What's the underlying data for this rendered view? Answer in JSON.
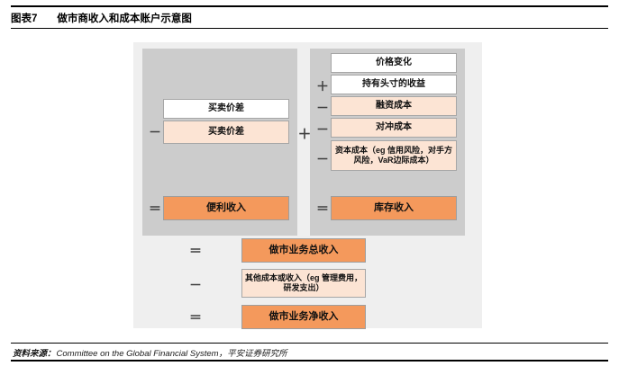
{
  "header": {
    "figure_number": "图表7",
    "title": "做市商收入和成本账户示意图"
  },
  "footer": {
    "source_label": "资料来源：",
    "source_text": "Committee on the Global Financial System，平安证券研究所"
  },
  "colors": {
    "orange": "#f4995c",
    "peach": "#fce4d4",
    "white": "#ffffff",
    "panel_gray": "#cccccc",
    "canvas_gray": "#efefef",
    "border_gray": "#a6a6a6"
  },
  "diagram": {
    "left_panel": {
      "rows": [
        {
          "op": "",
          "label": "买卖价差",
          "style": "white"
        },
        {
          "op": "－",
          "label": "买卖价差",
          "style": "peach"
        },
        {
          "op": "＝",
          "label": "便利收入",
          "style": "orange"
        }
      ]
    },
    "inter_panel_operator": "＋",
    "right_panel": {
      "rows": [
        {
          "op": "",
          "label": "价格变化",
          "style": "white"
        },
        {
          "op": "＋",
          "label": "持有头寸的收益",
          "style": "white"
        },
        {
          "op": "－",
          "label": "融资成本",
          "style": "peach"
        },
        {
          "op": "－",
          "label": "对冲成本",
          "style": "peach"
        },
        {
          "op": "－",
          "label": "资本成本（eg 信用风险，对手方风险，VaR边际成本）",
          "style": "peach"
        },
        {
          "op": "＝",
          "label": "库存收入",
          "style": "orange"
        }
      ]
    },
    "totals": {
      "rows": [
        {
          "op": "＝",
          "label": "做市业务总收入",
          "style": "orange"
        },
        {
          "op": "－",
          "label": "其他成本或收入（eg 管理费用，研发支出）",
          "style": "peach"
        },
        {
          "op": "＝",
          "label": "做市业务净收入",
          "style": "orange"
        }
      ]
    }
  }
}
